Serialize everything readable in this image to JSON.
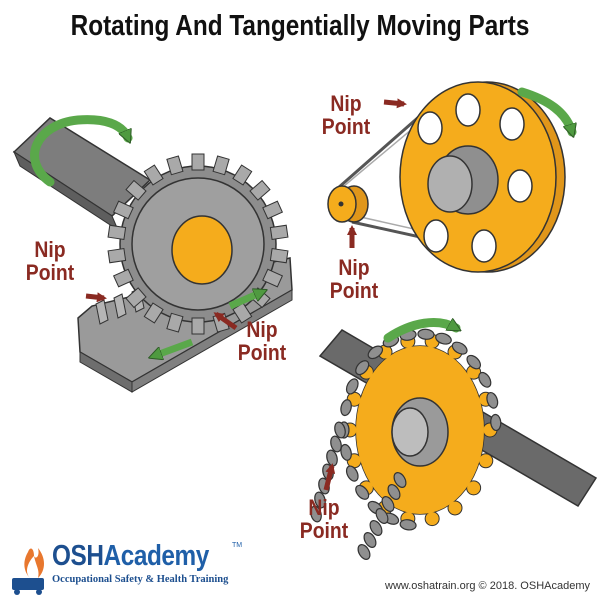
{
  "title": "Rotating And Tangentially Moving Parts",
  "labels": {
    "gear_rack_upper": [
      "Nip",
      "Point"
    ],
    "gear_rack_lower": [
      "Nip",
      "Point"
    ],
    "belt_top": [
      "Nip",
      "Point"
    ],
    "belt_bottom": [
      "Nip",
      "Point"
    ],
    "chain": [
      "Nip",
      "Point"
    ]
  },
  "logo": {
    "name_part1": "OSH",
    "name_part2": "Academy",
    "trademark": "TM",
    "tagline": "Occupational Safety & Health Training"
  },
  "credit": "www.oshatrain.org © 2018. OSHAcademy",
  "colors": {
    "gear_orange": "#f5ac1c",
    "metal_gray": "#8a8a8a",
    "motion_green": "#5aa84a",
    "arrow_red": "#8a2a22",
    "brand_blue": "#1f5fa8",
    "brand_orange": "#e8772e"
  },
  "icons": [
    "rotation-arrow-icon",
    "direction-arrow-icon",
    "nip-point-arrow-icon",
    "flame-logo-icon"
  ]
}
